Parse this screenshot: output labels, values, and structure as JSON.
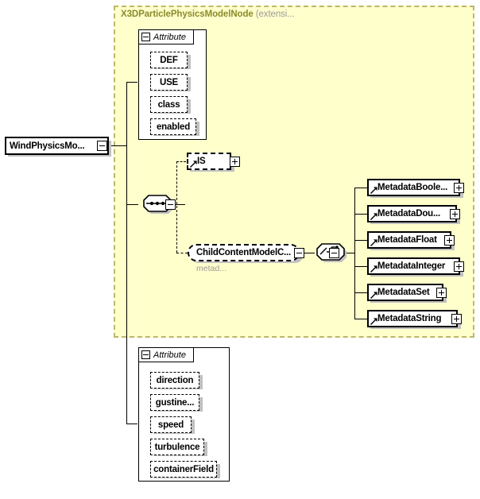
{
  "diagram": {
    "type": "xml-schema-element-diagram",
    "background_color": "#ffffff",
    "extension_region": {
      "title": "X3DParticlePhysicsModelNode",
      "title_suffix": "(extensi...",
      "fill_color": "#ffffcc",
      "border_color": "#bdb76b"
    },
    "root_element": {
      "label": "WindPhysicsMo...",
      "toggle": "minus"
    },
    "top_attribute_group": {
      "tab_label": "Attribute",
      "toggle": "minus",
      "items": [
        {
          "label": "DEF"
        },
        {
          "label": "USE"
        },
        {
          "label": "class"
        },
        {
          "label": "enabled"
        }
      ]
    },
    "bottom_attribute_group": {
      "tab_label": "Attribute",
      "toggle": "minus",
      "items": [
        {
          "label": "direction"
        },
        {
          "label": "gustine..."
        },
        {
          "label": "speed"
        },
        {
          "label": "turbulence"
        },
        {
          "label": "containerField"
        }
      ]
    },
    "sequence_compositor": {
      "kind": "sequence",
      "toggle": "minus"
    },
    "choice_compositor": {
      "kind": "choice",
      "toggle": "minus"
    },
    "is_element": {
      "label": "IS",
      "toggle": "plus",
      "optional": true,
      "is_reference": true
    },
    "child_content_model": {
      "label": "ChildContentModelC...",
      "toggle": "minus",
      "under_label": "metad...",
      "optional": true
    },
    "metadata_children": [
      {
        "label": "MetadataBoole...",
        "toggle": "plus",
        "is_reference": true
      },
      {
        "label": "MetadataDou...",
        "toggle": "plus",
        "is_reference": true
      },
      {
        "label": "MetadataFloat",
        "toggle": "plus",
        "is_reference": true
      },
      {
        "label": "MetadataInteger",
        "toggle": "plus",
        "is_reference": true
      },
      {
        "label": "MetadataSet",
        "toggle": "plus",
        "is_reference": true
      },
      {
        "label": "MetadataString",
        "toggle": "plus",
        "is_reference": true
      }
    ]
  }
}
